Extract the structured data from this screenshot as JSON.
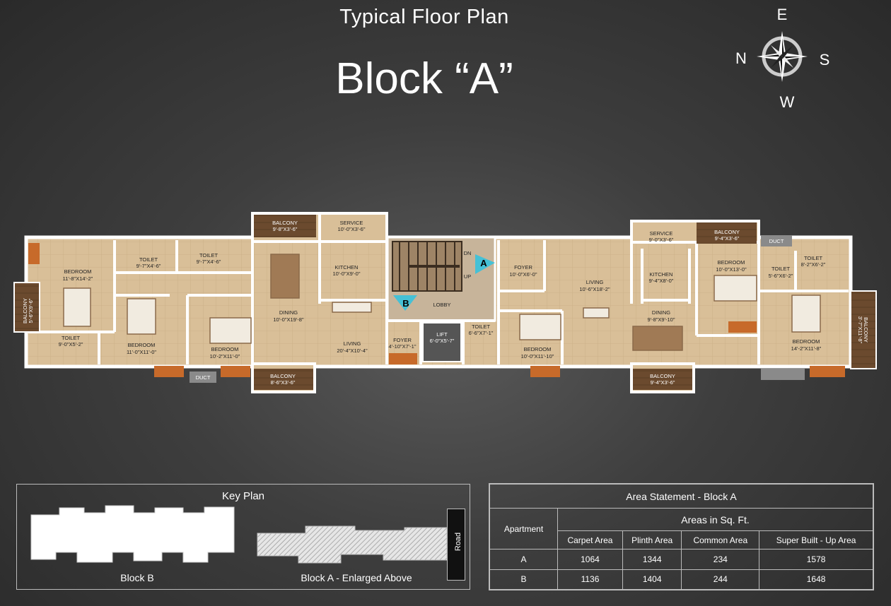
{
  "header": {
    "subtitle": "Typical Floor Plan",
    "title": "Block “A”"
  },
  "compass": {
    "e": "E",
    "n": "N",
    "s": "S",
    "w": "W"
  },
  "rooms": {
    "balcony_left": "BALCONY",
    "balcony_left_dim": "5'-6\"X9'-6\"",
    "bedroom1": "BEDROOM",
    "bedroom1_dim": "11'-8\"X14'-2\"",
    "toilet1": "TOILET",
    "toilet1_dim": "9'-7\"X4'-6\"",
    "toilet2": "TOILET",
    "toilet2_dim": "9'-7\"X4'-6\"",
    "toilet3": "TOILET",
    "toilet3_dim": "9'-0\"X5'-2\"",
    "bedroom2": "BEDROOM",
    "bedroom2_dim": "11'-0\"X11'-0\"",
    "bedroom3": "BEDROOM",
    "bedroom3_dim": "10'-2\"X11'-0\"",
    "duct1": "DUCT",
    "balcony_top1": "BALCONY",
    "balcony_top1_dim": "9'-8\"X3'-6\"",
    "service1": "SERVICE",
    "service1_dim": "10'-0\"X3'-6\"",
    "kitchen1": "KITCHEN",
    "kitchen1_dim": "10'-0\"X9'-0\"",
    "dining1": "DINING",
    "dining1_dim": "10'-0\"X19'-8\"",
    "living1": "LIVING",
    "living1_dim": "20'-4\"X10'-4\"",
    "balcony_bot1": "BALCONY",
    "balcony_bot1_dim": "8'-6\"X3'-6\"",
    "foyer1": "FOYER",
    "foyer1_dim": "4'-10\"X7'-1\"",
    "lobby": "LOBBY",
    "stair_dn": "DN",
    "stair_up": "UP",
    "mark_a": "A",
    "mark_b": "B",
    "lift": "LIFT",
    "lift_dim": "6'-0\"X5'-7\"",
    "toilet4": "TOILET",
    "toilet4_dim": "6'-6\"X7'-1\"",
    "foyer2": "FOYER",
    "foyer2_dim": "10'-0\"X6'-0\"",
    "bedroom4": "BEDROOM",
    "bedroom4_dim": "10'-0\"X11'-10\"",
    "living2": "LIVING",
    "living2_dim": "10'-6\"X18'-2\"",
    "service2": "SERVICE",
    "service2_dim": "9'-0\"X3'-6\"",
    "kitchen2": "KITCHEN",
    "kitchen2_dim": "9'-4\"X8'-0\"",
    "dining2": "DINING",
    "dining2_dim": "9'-8\"X9'-10\"",
    "balcony_top2": "BALCONY",
    "balcony_top2_dim": "9'-4\"X3'-6\"",
    "duct2": "DUCT",
    "bedroom5": "BEDROOM",
    "bedroom5_dim": "10'-0\"X13'-0\"",
    "toilet5": "TOILET",
    "toilet5_dim": "5'-6\"X6'-2\"",
    "toilet6": "TOILET",
    "toilet6_dim": "8'-2\"X6'-2\"",
    "bedroom6": "BEDROOM",
    "bedroom6_dim": "14'-2\"X11'-8\"",
    "balcony_right": "BALCONY",
    "balcony_right_dim": "3'-7\"X11'-8\"",
    "balcony_bot2": "BALCONY",
    "balcony_bot2_dim": "9'-4\"X3'-6\""
  },
  "key_plan": {
    "title": "Key Plan",
    "block_b": "Block B",
    "block_a": "Block A - Enlarged Above",
    "road": "Road"
  },
  "area_statement": {
    "title": "Area Statement - Block A",
    "apartment_header": "Apartment",
    "areas_header": "Areas in Sq. Ft.",
    "columns": [
      "Carpet Area",
      "Plinth Area",
      "Common Area",
      "Super Built - Up Area"
    ],
    "rows": [
      {
        "apartment": "A",
        "values": [
          "1064",
          "1344",
          "234",
          "1578"
        ]
      },
      {
        "apartment": "B",
        "values": [
          "1136",
          "1404",
          "244",
          "1648"
        ]
      }
    ]
  },
  "colors": {
    "floor": "#d9bf98",
    "wall": "#ffffff",
    "balcony": "#6b4a2e",
    "marker": "#45c1d6",
    "window": "#c76a2a"
  }
}
